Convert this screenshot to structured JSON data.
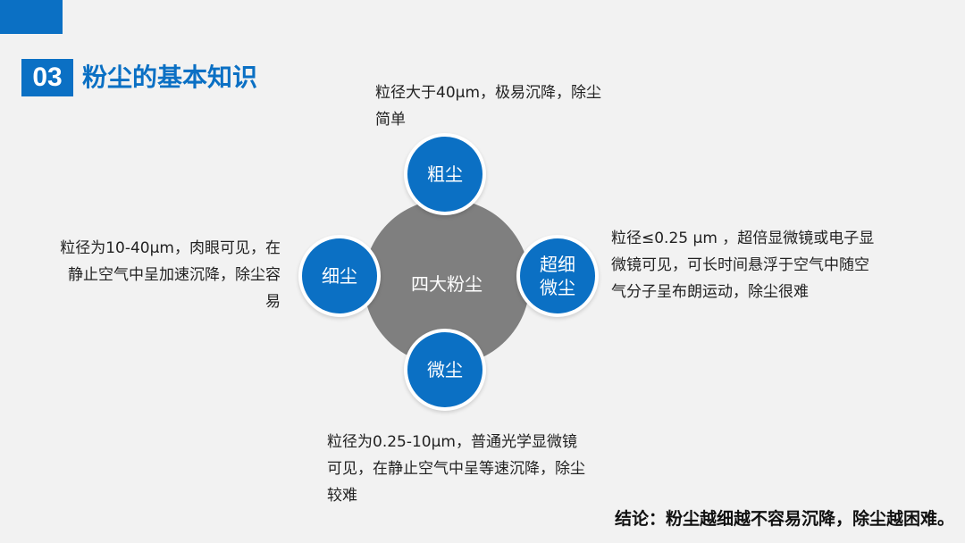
{
  "header": {
    "section_number": "03",
    "title": "粉尘的基本知识"
  },
  "diagram": {
    "center_label": "四大粉尘",
    "nodes": {
      "top": {
        "label": "粗尘",
        "description": "粒径大于40μm，极易沉降，除尘简单"
      },
      "left": {
        "label": "细尘",
        "description": "粒径为10-40μm，肉眼可见，在静止空气中呈加速沉降，除尘容易"
      },
      "right": {
        "label": "超细微尘",
        "description": "粒径≤0.25 μm ，超倍显微镜或电子显微镜可见，可长时间悬浮于空气中随空气分子呈布朗运动，除尘很难"
      },
      "bottom": {
        "label": "微尘",
        "description": "粒径为0.25-10μm，普通光学显微镜可见，在静止空气中呈等速沉降，除尘较难"
      }
    }
  },
  "conclusion": "结论：粉尘越细越不容易沉降，除尘越困难。",
  "colors": {
    "accent": "#0b70c4",
    "center": "#7f7f7f",
    "background": "#f2f2f2"
  }
}
